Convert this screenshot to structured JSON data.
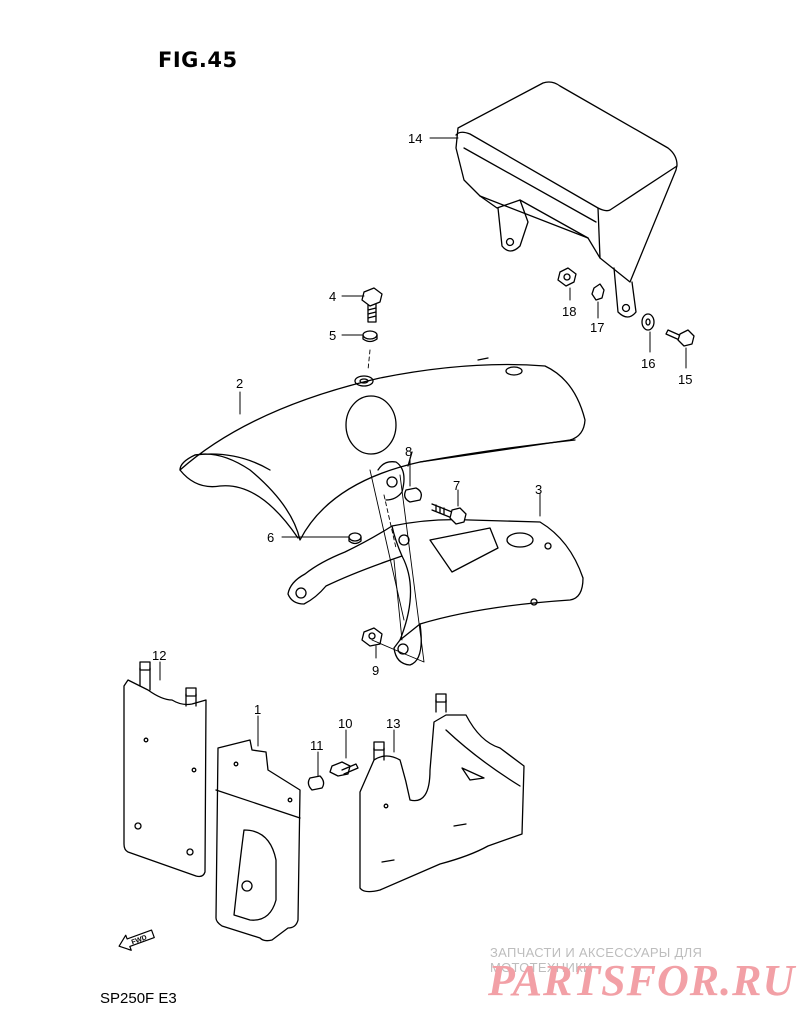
{
  "figure": {
    "title": "FIG.45",
    "model_code": "SP250F  E3"
  },
  "callouts": {
    "p1": "1",
    "p2": "2",
    "p3": "3",
    "p4": "4",
    "p5": "5",
    "p6": "6",
    "p7": "7",
    "p8": "8",
    "p9": "9",
    "p10": "10",
    "p11": "11",
    "p12": "12",
    "p13": "13",
    "p14": "14",
    "p15": "15",
    "p16": "16",
    "p17": "17",
    "p18": "18"
  },
  "fwd_arrow": {
    "label": "FWD",
    "icon": "fwd-arrow-icon"
  },
  "watermark": {
    "tagline": "ЗАПЧАСТИ И АКСЕССУАРЫ ДЛЯ МОТОТЕХНИКИ",
    "brand": "PARTSFOR.RU",
    "color": "#f2a0a6"
  }
}
